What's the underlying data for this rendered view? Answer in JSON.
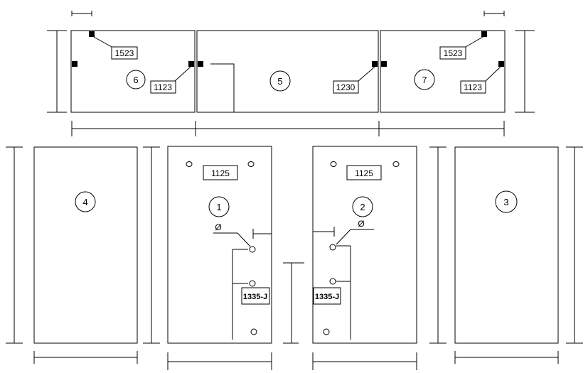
{
  "panels": {
    "p1": {
      "number": "1",
      "part_label": "1125",
      "hinge_label": "1335-J",
      "diameter_symbol": "Ø"
    },
    "p2": {
      "number": "2",
      "part_label": "1125",
      "hinge_label": "1335-J",
      "diameter_symbol": "Ø"
    },
    "p3": {
      "number": "3"
    },
    "p4": {
      "number": "4"
    },
    "p5": {
      "number": "5",
      "part_label": "1230"
    },
    "p6": {
      "number": "6",
      "part_label_top": "1523",
      "part_label_side": "1123"
    },
    "p7": {
      "number": "7",
      "part_label_top": "1523",
      "part_label_side": "1123"
    }
  }
}
